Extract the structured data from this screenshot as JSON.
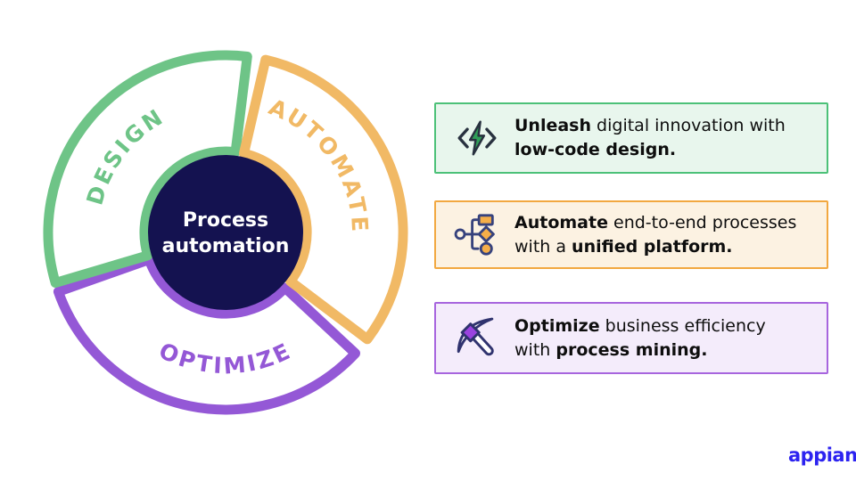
{
  "slide": {
    "background": "#FFFFFF"
  },
  "diagram": {
    "center": {
      "line1": "Process",
      "line2": "automation",
      "circle_color": "#141250",
      "text_color": "#FFFFFF"
    },
    "segments": [
      {
        "label": "DESIGN",
        "color": "#6EC487"
      },
      {
        "label": "AUTOMATE",
        "color": "#F1B965"
      },
      {
        "label": "OPTIMIZE",
        "color": "#9458D6"
      }
    ]
  },
  "callouts": [
    {
      "icon": "code-lightning-icon",
      "border_color": "#4CC178",
      "background": "#E8F6ED",
      "icon_accent": "#2F9E57",
      "line1_bold": "Unleash",
      "line1_rest": " digital innovation with",
      "line2_rest": "",
      "line2_bold": "low-code design."
    },
    {
      "icon": "workflow-icon",
      "border_color": "#F2A840",
      "background": "#FCF2E2",
      "icon_accent": "#F5AE49",
      "line1_bold": "Automate",
      "line1_rest": " end-to-end processes",
      "line2_rest": "with a ",
      "line2_bold": "unified platform."
    },
    {
      "icon": "pickaxe-icon",
      "border_color": "#A765DE",
      "background": "#F4ECFB",
      "icon_accent": "#9A43DF",
      "line1_bold": "Optimize",
      "line1_rest": " business efficiency",
      "line2_rest": "with ",
      "line2_bold": "process mining."
    }
  ],
  "logo": {
    "text": "appian",
    "color": "#2C23F0"
  }
}
